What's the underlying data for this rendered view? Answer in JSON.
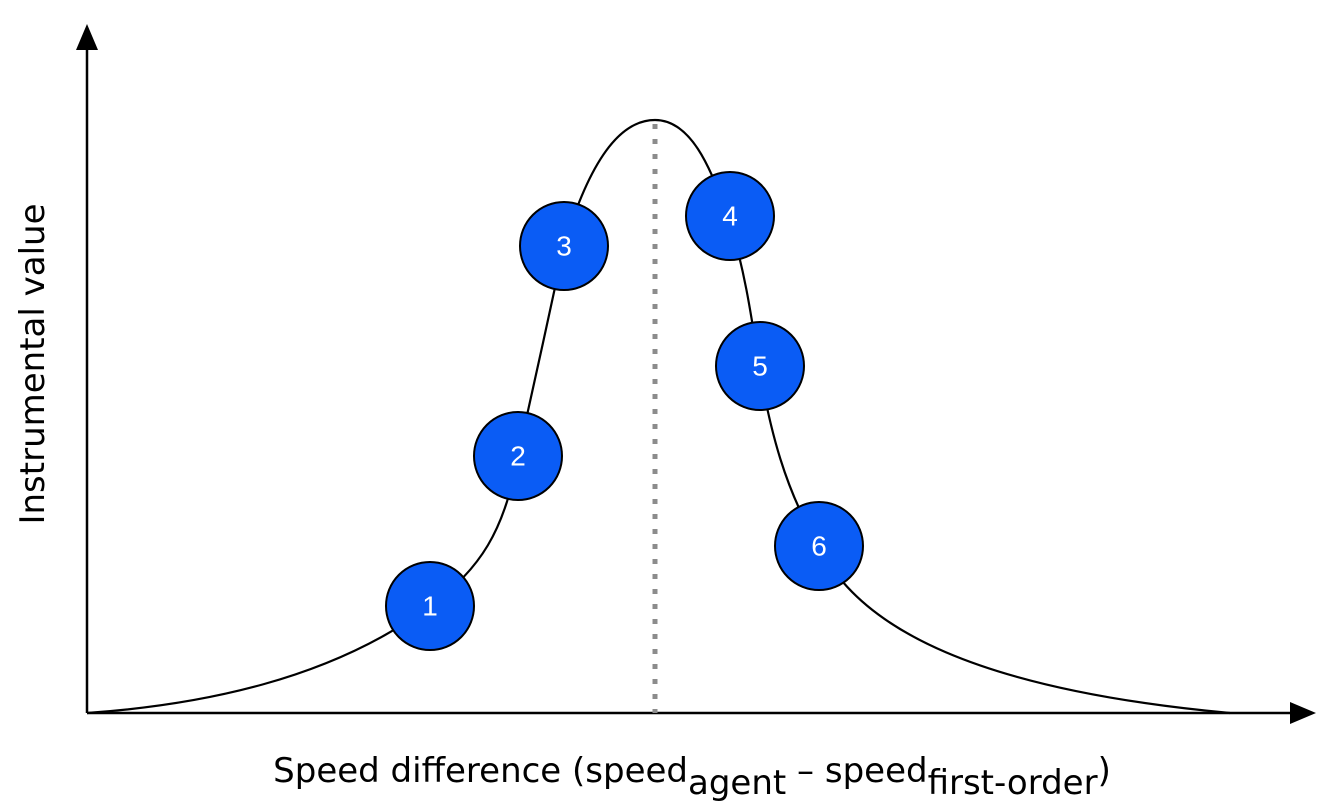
{
  "diagram": {
    "x_axis_label": {
      "prefix": "Speed difference (speed",
      "sub1": "agent",
      "middle": " – speed",
      "sub2": "first-order",
      "suffix": ")"
    },
    "y_axis_label": "Instrumental value",
    "markers": [
      {
        "label": "1"
      },
      {
        "label": "2"
      },
      {
        "label": "3"
      },
      {
        "label": "4"
      },
      {
        "label": "5"
      },
      {
        "label": "6"
      }
    ],
    "colors": {
      "marker_fill": "#0a5cf5",
      "peak_line": "#8c8c8c",
      "axis": "#000000"
    }
  }
}
